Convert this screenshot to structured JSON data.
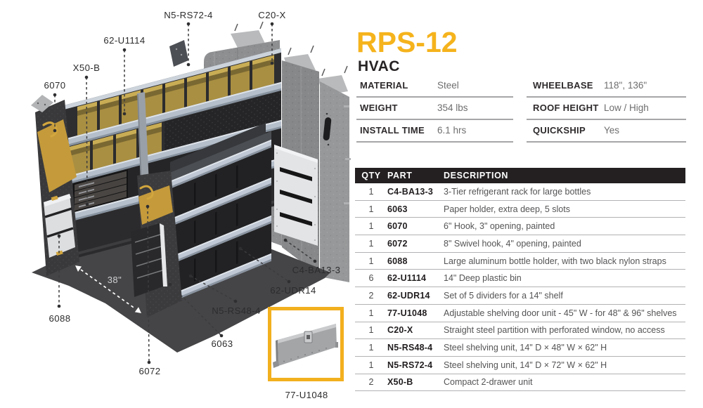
{
  "header": {
    "title": "RPS-12",
    "subtitle": "HVAC"
  },
  "colors": {
    "accent": "#F5B31C",
    "table_header_bg": "#242021",
    "floor": "#454547"
  },
  "specs": [
    {
      "label": "MATERIAL",
      "value": "Steel"
    },
    {
      "label": "WEIGHT",
      "value": "354 lbs"
    },
    {
      "label": "INSTALL TIME",
      "value": "6.1 hrs"
    },
    {
      "label": "WHEELBASE",
      "value": "118\", 136\""
    },
    {
      "label": "ROOF HEIGHT",
      "value": "Low / High"
    },
    {
      "label": "QUICKSHIP",
      "value": "Yes"
    }
  ],
  "parts_table": {
    "headers": [
      "QTY",
      "PART",
      "DESCRIPTION"
    ],
    "rows": [
      {
        "qty": "1",
        "part": "C4-BA13-3",
        "description": "3-Tier refrigerant rack for large bottles"
      },
      {
        "qty": "1",
        "part": "6063",
        "description": "Paper holder, extra deep, 5 slots"
      },
      {
        "qty": "1",
        "part": "6070",
        "description": "6\" Hook, 3\" opening, painted"
      },
      {
        "qty": "1",
        "part": "6072",
        "description": "8\" Swivel hook, 4\" opening, painted"
      },
      {
        "qty": "1",
        "part": "6088",
        "description": "Large aluminum bottle holder, with two black nylon straps"
      },
      {
        "qty": "6",
        "part": "62-U1114",
        "description": "14\" Deep plastic bin"
      },
      {
        "qty": "2",
        "part": "62-UDR14",
        "description": "Set of 5 dividers for a 14\" shelf"
      },
      {
        "qty": "1",
        "part": "77-U1048",
        "description": "Adjustable shelving door unit - 45\" W - for 48\" & 96\" shelves"
      },
      {
        "qty": "1",
        "part": "C20-X",
        "description": "Straight steel partition with perforated window, no access"
      },
      {
        "qty": "1",
        "part": "N5-RS48-4",
        "description": "Steel shelving unit, 14\" D × 48\" W × 62\" H"
      },
      {
        "qty": "1",
        "part": "N5-RS72-4",
        "description": "Steel shelving unit, 14\" D × 72\" W × 62\" H"
      },
      {
        "qty": "2",
        "part": "X50-B",
        "description": "Compact 2-drawer unit"
      }
    ]
  },
  "diagram": {
    "callouts": [
      {
        "label": "N5-RS72-4"
      },
      {
        "label": "C20-X"
      },
      {
        "label": "62-U1114"
      },
      {
        "label": "X50-B"
      },
      {
        "label": "6070"
      },
      {
        "label": "6088"
      },
      {
        "label": "6072"
      },
      {
        "label": "6063"
      },
      {
        "label": "N5-RS48-4"
      },
      {
        "label": "62-UDR14"
      },
      {
        "label": "C4-BA13-3"
      },
      {
        "label": "77-U1048"
      }
    ],
    "dimension_label": "38\""
  }
}
